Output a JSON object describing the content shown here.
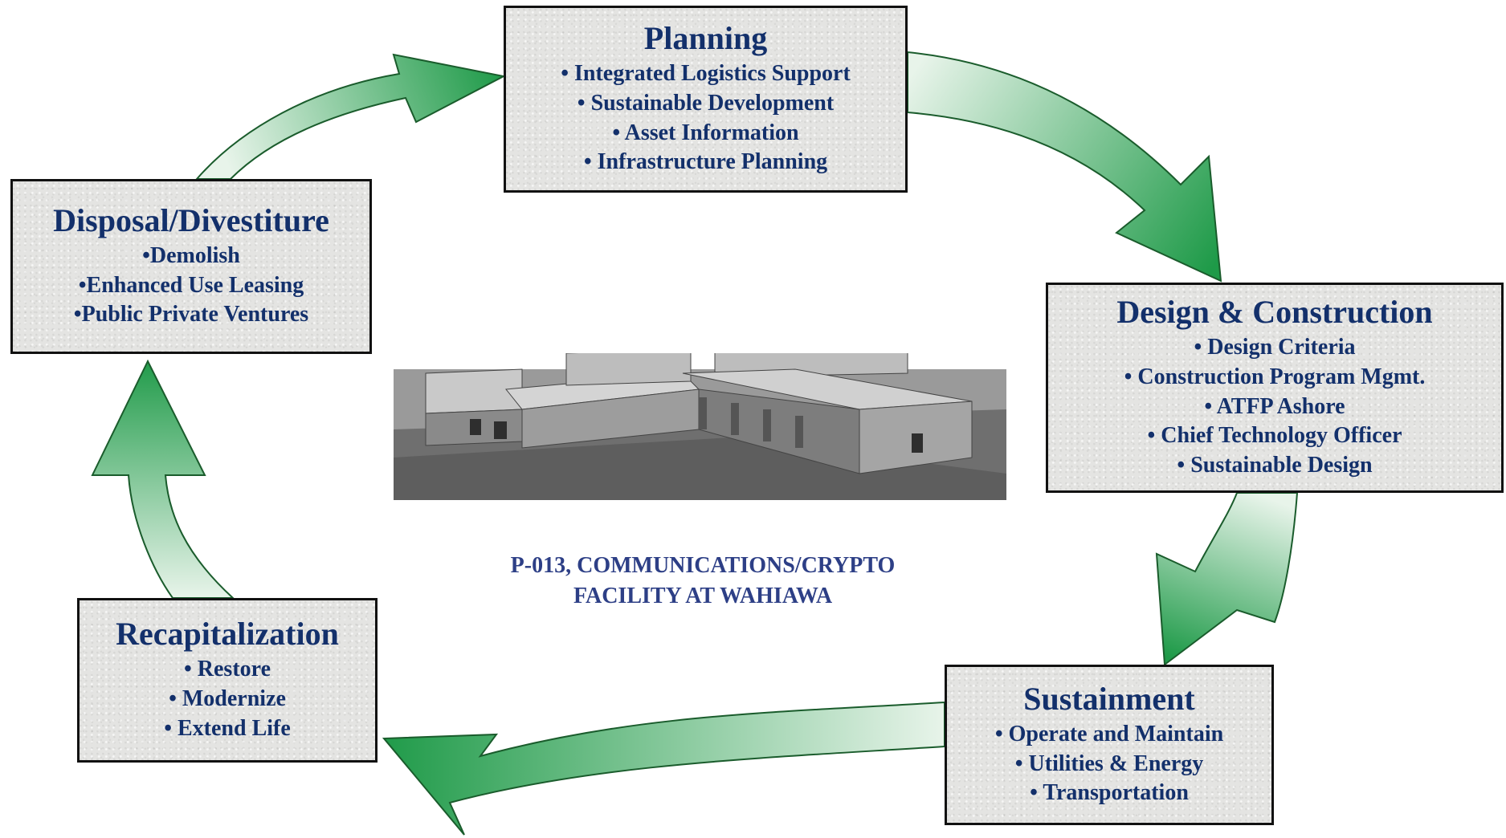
{
  "stages": [
    {
      "title": "Planning",
      "items": [
        "• Integrated Logistics Support",
        "• Sustainable Development",
        "• Asset Information",
        "• Infrastructure Planning"
      ]
    },
    {
      "title": "Design & Construction",
      "items": [
        "• Design Criteria",
        "• Construction Program Mgmt.",
        "• ATFP Ashore",
        "• Chief Technology Officer",
        "• Sustainable Design"
      ]
    },
    {
      "title": "Sustainment",
      "items": [
        "• Operate and Maintain",
        "• Utilities & Energy",
        "• Transportation"
      ]
    },
    {
      "title": "Recapitalization",
      "items": [
        "• Restore",
        "• Modernize",
        "• Extend Life"
      ]
    },
    {
      "title": "Disposal/Divestiture",
      "items": [
        "•Demolish",
        "•Enhanced Use Leasing",
        "•Public Private Ventures"
      ]
    }
  ],
  "caption": {
    "line1": "P-013, COMMUNICATIONS/CRYPTO",
    "line2": "FACILITY AT WAHIAWA"
  },
  "colors": {
    "title_text": "#13306b",
    "caption_text": "#2d3f86",
    "arrow_dark": "#1e9a48",
    "arrow_light": "#dff0e3"
  }
}
